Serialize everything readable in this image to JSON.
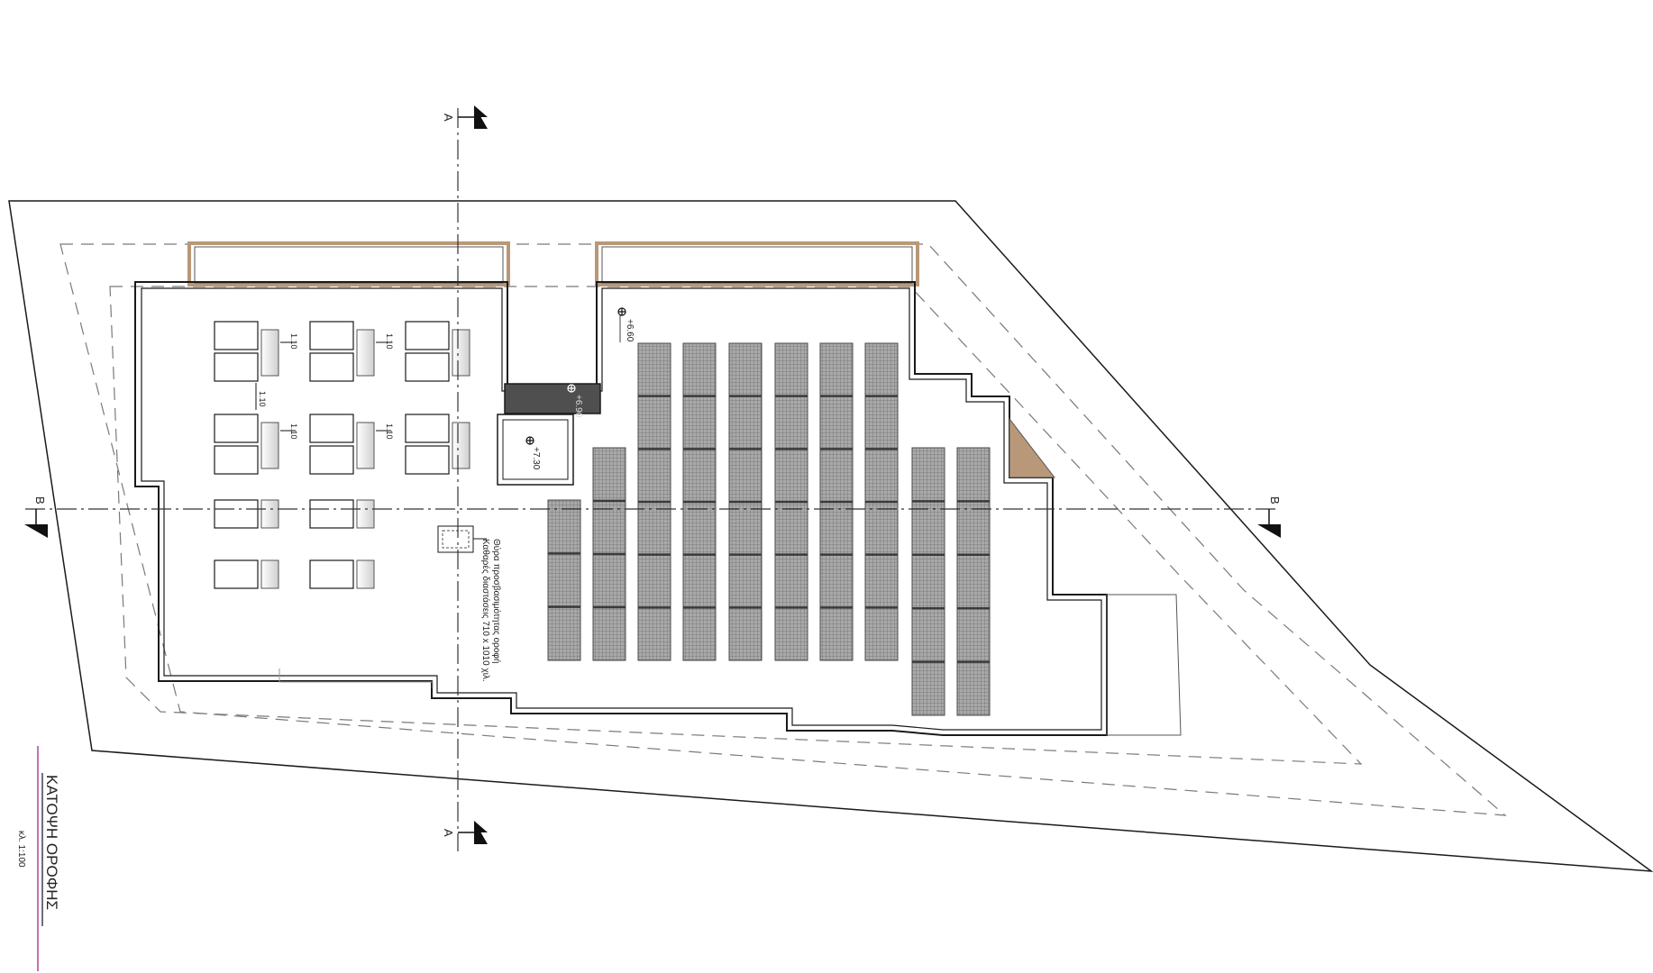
{
  "drawing": {
    "title": "ΚΑΤΟΨΗ ΟΡΟΦΗΣ",
    "scale": "κλ. 1:100"
  },
  "section_marks": {
    "a": "A",
    "b": "B"
  },
  "elevations": {
    "upper_roof": "+6.60",
    "stair_roof": "+6.90",
    "stair_core": "+7.30"
  },
  "dimensions": {
    "spacing": "1.10"
  },
  "access_hatch": {
    "line1": "Θύρα προσβασιμότητας οροφή",
    "line2": "Καθαρές διαστάσεις 710 x 1010 χιλ."
  },
  "colors": {
    "line": "#1a1a1a",
    "dashed": "#7a7a7a",
    "pv_panel": "#8f8f8f",
    "timber": "#b89878",
    "stair_fill": "#4f4f4f",
    "title_rule": "#c060a8"
  }
}
